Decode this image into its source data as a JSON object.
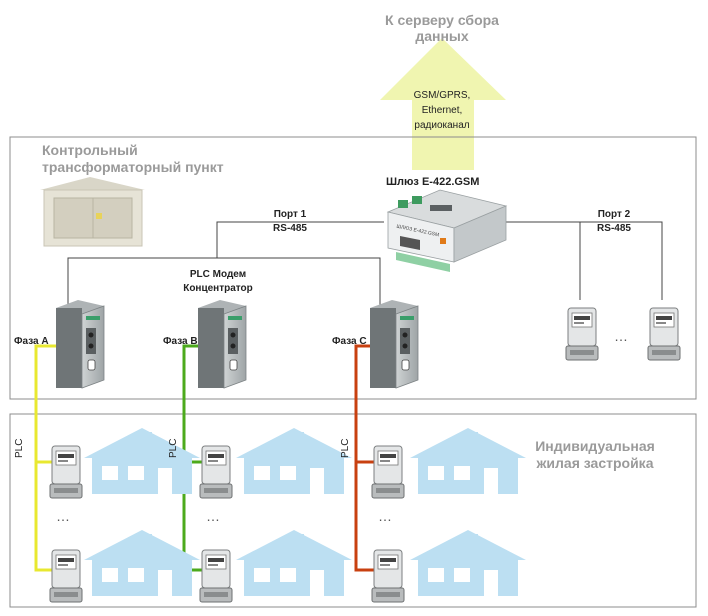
{
  "server": {
    "label_line1": "К серверу сбора",
    "label_line2": "данных"
  },
  "uplink": {
    "line1": "GSM/GPRS,",
    "line2": "Ethernet,",
    "line3": "радиоканал"
  },
  "substation": {
    "title_line1": "Контрольный",
    "title_line2": "трансформаторный пункт"
  },
  "gateway": {
    "label": "Шлюз E-422.GSM",
    "panel_text": "ШЛЮЗ Е-422.GSM"
  },
  "port1": {
    "line1": "Порт 1",
    "line2": "RS-485"
  },
  "port2": {
    "line1": "Порт 2",
    "line2": "RS-485"
  },
  "modem": {
    "line1": "PLC Модем",
    "line2": "Концентратор"
  },
  "phases": [
    {
      "label": "Фаза А",
      "color": "#e8e830"
    },
    {
      "label": "Фаза B",
      "color": "#4caa1c"
    },
    {
      "label": "Фаза C",
      "color": "#c84010"
    }
  ],
  "plc_label": "PLC",
  "ellipsis": "…",
  "residential": {
    "line1": "Индивидуальная",
    "line2": "жилая застройка"
  },
  "colors": {
    "arrow": "#f0f5b0",
    "house": "#bcdff2",
    "frame": "#8c8c8c",
    "meter": "#c8cbcc"
  }
}
